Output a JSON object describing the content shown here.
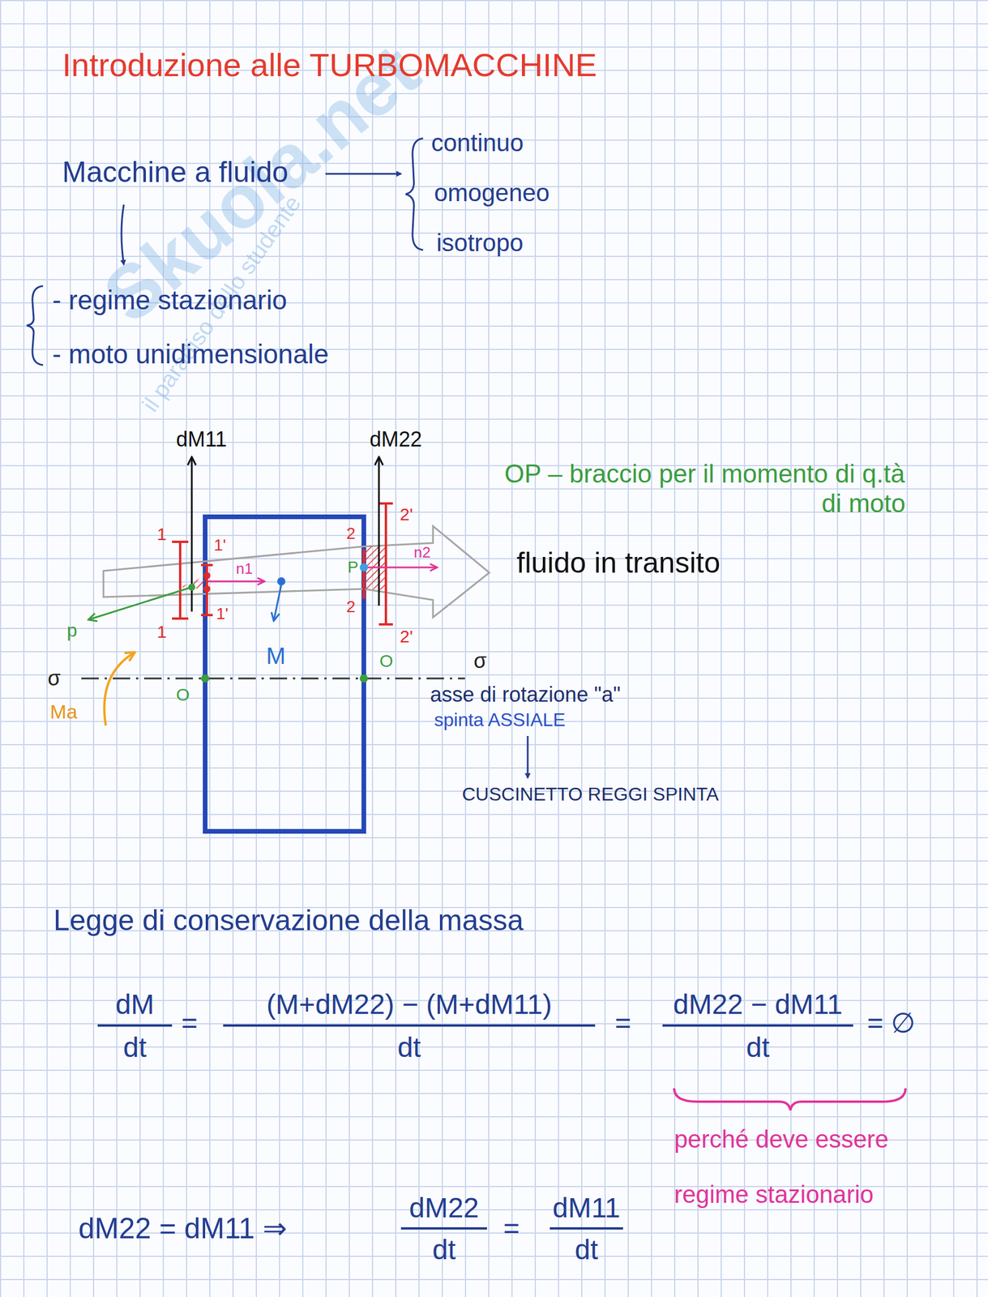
{
  "diagram": {
    "title": "Introduzione alle TURBOMACCHINE",
    "labels": [
      "Macchine a fluido",
      "continuo",
      "omogeneo",
      "isotropo",
      "- regime stazionario",
      "- moto unidimensionale",
      "dM11",
      "dM22",
      "OP – braccio per il momento di q.tà di moto",
      "2'",
      "1",
      "1'",
      "2",
      "P",
      "n2",
      "fluido in transito",
      "n1",
      "1'",
      "2",
      "1",
      "2'",
      "p",
      "M",
      "σ",
      "O",
      "σ",
      "O",
      "asse di rotazione \"a\"",
      "Ma",
      "spinta ASSIALE",
      "CUSCINETTO REGGI SPINTA",
      "Legge di conservazione della massa",
      "dM",
      "dt",
      "=",
      "(M+dM22) − (M+dM11)",
      "dt",
      "=",
      "dM22 − dM11",
      "dt",
      "= ∅",
      "perché deve essere regime stazionario",
      "dM22 = dM11 ⇒",
      "dM22",
      "dt",
      "=",
      "dM11",
      "dt",
      "Skuola.net",
      "il paradiso dello studente"
    ]
  }
}
